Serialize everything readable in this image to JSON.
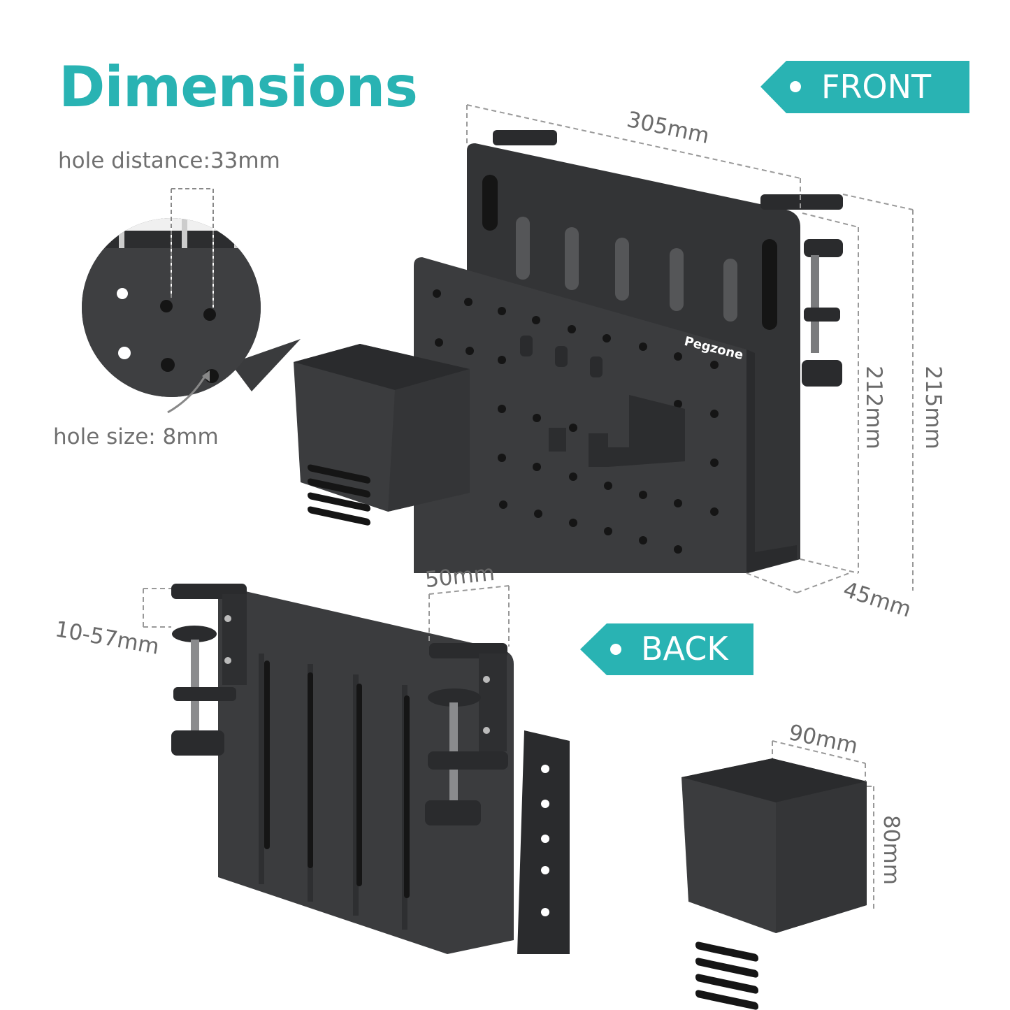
{
  "title": "Dimensions",
  "tags": {
    "front": "FRONT",
    "back": "BACK"
  },
  "notes": {
    "hole_distance": "hole distance:33mm",
    "hole_size": "hole size: 8mm"
  },
  "brand": "Pegzone",
  "dimensions": {
    "width": "305mm",
    "height_inner": "212mm",
    "height_outer": "215mm",
    "depth": "45mm",
    "clamp_depth": "50mm",
    "clamp_range": "10-57mm",
    "cup_width": "90mm",
    "cup_height": "80mm"
  },
  "colors": {
    "accent": "#29b3b3",
    "product": "#3a3b3d",
    "product_dark": "#2a2b2d",
    "text": "#707070"
  }
}
